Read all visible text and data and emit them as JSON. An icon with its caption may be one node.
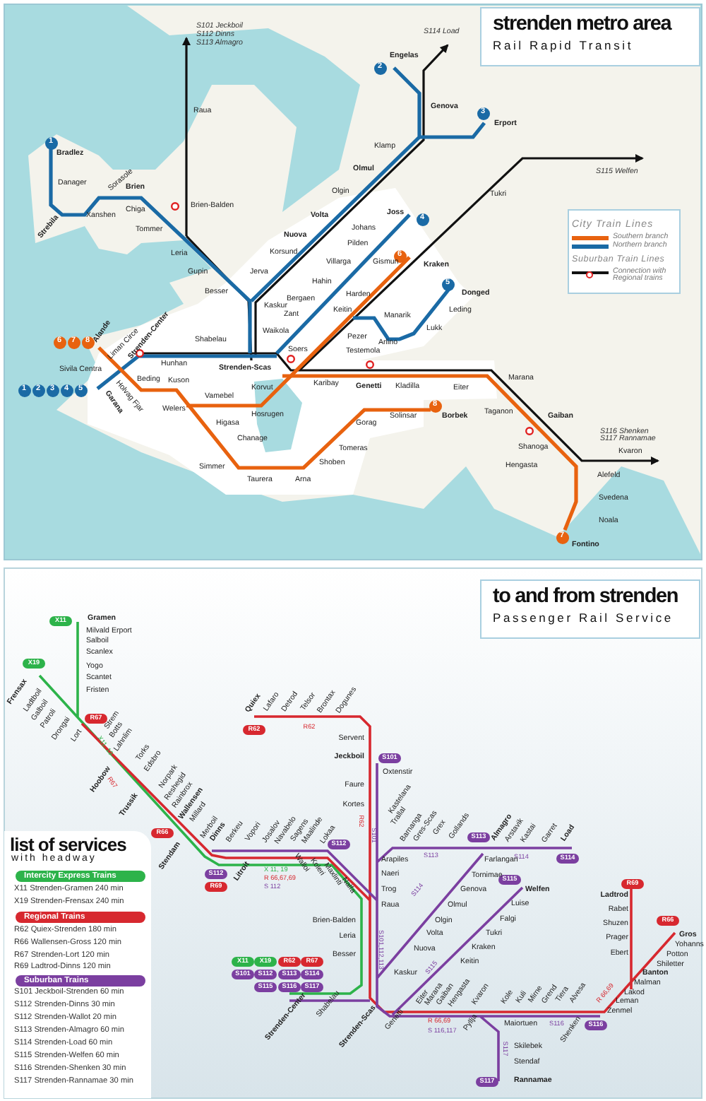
{
  "diagram": {
    "nodes": [
      {
        "text": [
          "strenden metro area",
          "Rail Rapid Transit"
        ]
      },
      {
        "text": [
          "2"
        ]
      },
      {
        "text": [
          "3"
        ]
      },
      {
        "text": [
          "1"
        ]
      },
      {
        "text": [
          "4"
        ]
      },
      {
        "text": [
          "6"
        ]
      },
      {
        "text": [
          "5"
        ]
      },
      {
        "text": [
          "6"
        ]
      },
      {
        "text": [
          "7"
        ]
      },
      {
        "text": [
          "8"
        ]
      },
      {
        "text": [
          "1"
        ]
      },
      {
        "text": [
          "2"
        ]
      },
      {
        "text": [
          "3"
        ]
      },
      {
        "text": [
          "4"
        ]
      },
      {
        "text": [
          "5"
        ]
      },
      {
        "text": [
          "8"
        ]
      },
      {
        "text": [
          "7"
        ]
      },
      {
        "text": [
          "to and from strenden",
          "Passenger Rail Service"
        ]
      },
      {
        "text": [
          "X11"
        ]
      },
      {
        "text": [
          "X19"
        ]
      },
      {
        "text": [
          "R67"
        ]
      },
      {
        "text": [
          "R62"
        ]
      },
      {
        "text": [
          "S101"
        ]
      },
      {
        "text": [
          "R66"
        ]
      },
      {
        "text": [
          "S113"
        ]
      },
      {
        "text": [
          "S112"
        ]
      },
      {
        "text": [
          "S114"
        ]
      },
      {
        "text": [
          "S112"
        ]
      },
      {
        "text": [
          "S115"
        ]
      },
      {
        "text": [
          "R69"
        ]
      },
      {
        "text": [
          "R69"
        ]
      },
      {
        "text": [
          "R66"
        ]
      },
      {
        "text": [
          "X11"
        ]
      },
      {
        "text": [
          "X19"
        ]
      },
      {
        "text": [
          "R62"
        ]
      },
      {
        "text": [
          "R67"
        ]
      },
      {
        "text": [
          "S101"
        ]
      },
      {
        "text": [
          "S112"
        ]
      },
      {
        "text": [
          "S113"
        ]
      },
      {
        "text": [
          "S114"
        ]
      },
      {
        "text": [
          "S115"
        ]
      },
      {
        "text": [
          "S116"
        ]
      },
      {
        "text": [
          "S117"
        ]
      },
      {
        "text": [
          "S116"
        ]
      },
      {
        "text": [
          "S117"
        ]
      },
      {
        "text": [
          "list of services",
          "with headway"
        ]
      },
      {
        "text": [
          "Intercity Express Trains"
        ],
        "in": 45
      },
      {
        "text": [
          "Regional Trains"
        ],
        "in": 45
      },
      {
        "text": [
          "Suburban Trains"
        ],
        "in": 45
      }
    ],
    "labels": [
      "S101 Jeckboil",
      "S112 Dinns",
      "S113 Almagro",
      "S114 Load",
      "Engelas",
      "Genova",
      "Raua",
      "Erport",
      "Klamp",
      "Bradlez",
      "S115 Welfen",
      "Olmul",
      "Sorasole",
      "Danager",
      "Brien",
      "Olgin",
      "Tukri",
      "Brien-Balden",
      "Chiga",
      "Joss",
      "Xanshen",
      "Volta",
      "Strebila",
      "Tommer",
      "Johans",
      "Nuova",
      "Pilden",
      "Leria",
      "Korsund",
      "Villarga",
      "Gismun",
      "Kraken",
      "Jerva",
      "Gupin",
      "Hahin",
      "Besser",
      "Harden",
      "Donged",
      "Bergaen",
      "Kaskur",
      "Keitin",
      "Leding",
      "Zant",
      "Manarik",
      "Lukk",
      "Waikola",
      "Alande",
      "Liman Circe",
      "Strenden-Center",
      "Pezer",
      "Shabelau",
      "Arlino",
      "Soers",
      "Testemola",
      "Hunhan",
      "Sivila Centra",
      "Strenden-Scas",
      "Beding",
      "Kuson",
      "Marana",
      "Korvut",
      "Karibay",
      "Genetti",
      "Kladilla",
      "Eiter",
      "Holvag Fjar",
      "Garana",
      "Vamebel",
      "Welers",
      "Hosrugen",
      "Solinsar",
      "Borbek",
      "Taganon",
      "Gaiban",
      "Higasa",
      "Gorag",
      "S116 Shenken",
      "Chanage",
      "S117 Rannamae",
      "Tomeras",
      "Shanoga",
      "Kvaron",
      "Shoben",
      "Simmer",
      "Hengasta",
      "Alefeld",
      "Taurera",
      "Arna",
      "Svedena",
      "Noala",
      "Fontino",
      "City Train Lines",
      "Gramen",
      "Milvald Erport",
      "Salboil",
      "Scanlex",
      "Yogo",
      "Scantet",
      "Fristen",
      "Frensax",
      "Ladtboil",
      "Galboil",
      "Patroli",
      "Drongai",
      "Lort",
      "X11, 19",
      "Strem",
      "Botts",
      "Lahnlim",
      "Torks",
      "Edsbro",
      "Hoobow",
      "R67",
      "Norpark",
      "Reshegid",
      "Trussik",
      "Rainbrox",
      "Wallensen",
      "Millard",
      "Stendam",
      "Merboil",
      "Dinns",
      "Berkeu",
      "Vopori",
      "Josalov",
      "Navabelo",
      "Sagens",
      "Maalinde",
      "Lokaa",
      "Litroit",
      "X 11, 19",
      "R 66,67,69",
      "S 112",
      "Walloi",
      "Koleri",
      "Maxlinti",
      "Nalfa",
      "Quiex",
      "Lafaro",
      "Detrod",
      "Telsor",
      "Brontax",
      "Dogunes",
      "R62",
      "Servent",
      "Jeckboil",
      "Oxtenstir",
      "Faure",
      "Kortes",
      "Kastelana",
      "R62",
      "S101",
      "Trallal",
      "Barnanga",
      "Gres-Scas",
      "Grex",
      "Gollands",
      "Almagro",
      "Arstavik",
      "Kastai",
      "Garret",
      "Load",
      "S113",
      "S114",
      "Arapiles",
      "Farlangan",
      "Naeri",
      "Tornimae",
      "Trog",
      "Genova",
      "S114",
      "Welfen",
      "Raua",
      "Olmul",
      "Luise",
      "Brien-Balden",
      "Olgin",
      "Falgi",
      "Leria",
      "Volta",
      "Tukri",
      "S101,112,113",
      "Nuova",
      "Kraken",
      "Besser",
      "S115",
      "Keitin",
      "Kaskur",
      "Strenden-Center",
      "Shabelau",
      "Strenden-Scas",
      "Genetti",
      "Eiter",
      "Marana",
      "Gaiban",
      "Hengasta",
      "Kvaron",
      "Kole",
      "Kuli",
      "Mirne",
      "Grend",
      "Tiera",
      "Alvesa",
      "R 66,69",
      "S 116,117",
      "Pyllja",
      "Maiortuen",
      "S116",
      "Shenken",
      "R 66,69",
      "Ladtrod",
      "Rabet",
      "Shuzen",
      "Prager",
      "Ebert",
      "Gros",
      "Yohanns",
      "Potton",
      "Shiletter",
      "Banton",
      "Malman",
      "Lakod",
      "Leman",
      "Zenmel",
      "S117",
      "Skilebek",
      "Stendaf",
      "Rannamae",
      "X11 Strenden-Gramen 240 min",
      "X19 Strenden-Frensax 240 min",
      "R62 Quiex-Strenden 180 min",
      "R66 Wallensen-Gross 120 min",
      "R67 Strenden-Lort 120 min",
      "R69 Ladtrod-Dinns 120 min",
      "S101 Jeckboil-Strenden 60 min",
      "S112 Strenden-Dinns 30 min",
      "S112 Strenden-Wallot 20 min",
      "S113 Strenden-Almagro 60 min",
      "S114 Strenden-Load 60 min",
      "S115 Strenden-Welfen 60 min",
      "S116 Strenden-Shenken 30 min",
      "S117 Strenden-Rannamae 30 min"
    ],
    "legend": [
      {
        "text": "Southern branch",
        "color": "#e8620f"
      },
      {
        "text": "Northern branch",
        "color": "#1a6aa5"
      },
      {
        "text": "Suburban Train Lines"
      },
      {
        "text": "Connection with Regional trains"
      }
    ]
  }
}
